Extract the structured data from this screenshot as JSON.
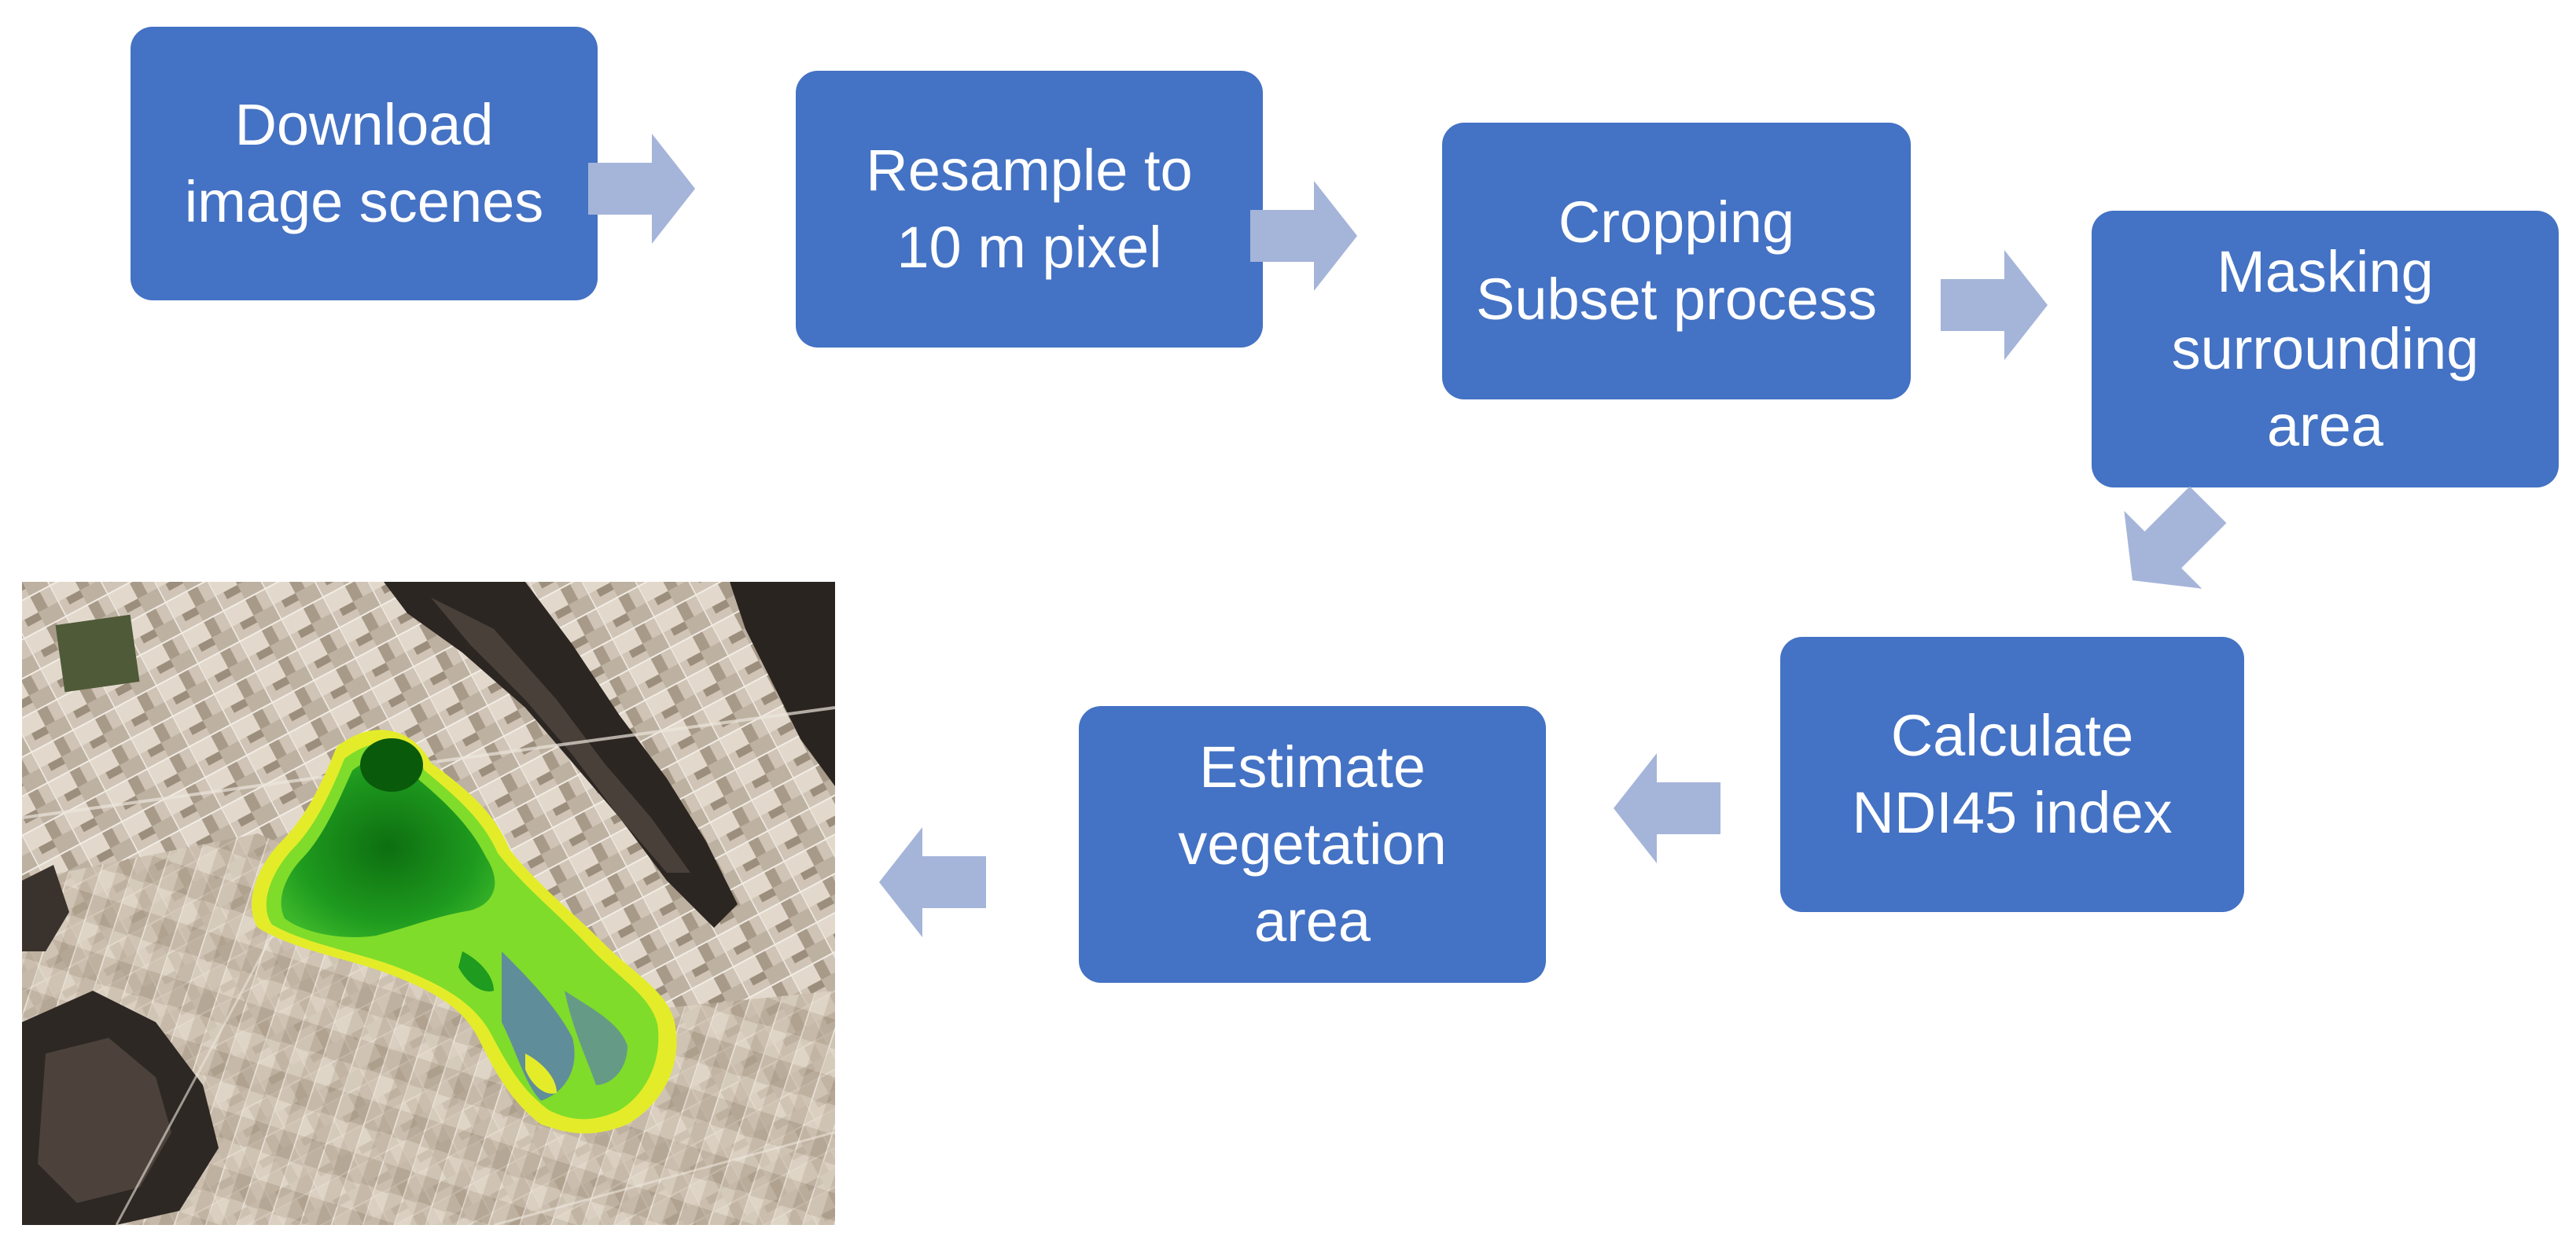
{
  "steps": [
    {
      "id": "download",
      "label": "Download\nimage scenes"
    },
    {
      "id": "resample",
      "label": "Resample to\n10 m pixel"
    },
    {
      "id": "cropping",
      "label": "Cropping\nSubset process"
    },
    {
      "id": "masking",
      "label": "Masking\nsurrounding\narea"
    },
    {
      "id": "ndi45",
      "label": "Calculate\nNDI45 index"
    },
    {
      "id": "estimate",
      "label": "Estimate\nvegetation\narea"
    }
  ],
  "colors": {
    "box_fill": "#4472c4",
    "box_text": "#ffffff",
    "arrow_fill": "#a5b4d9",
    "vegetation_dark": "#1f9b1f",
    "vegetation_light": "#7fdc2a",
    "vegetation_yellow": "#e4ec2a",
    "water_blue": "#5a7fae"
  },
  "icons": {
    "arrow": "block-arrow-icon"
  },
  "image": {
    "subject": "satellite-vegetation-map"
  }
}
